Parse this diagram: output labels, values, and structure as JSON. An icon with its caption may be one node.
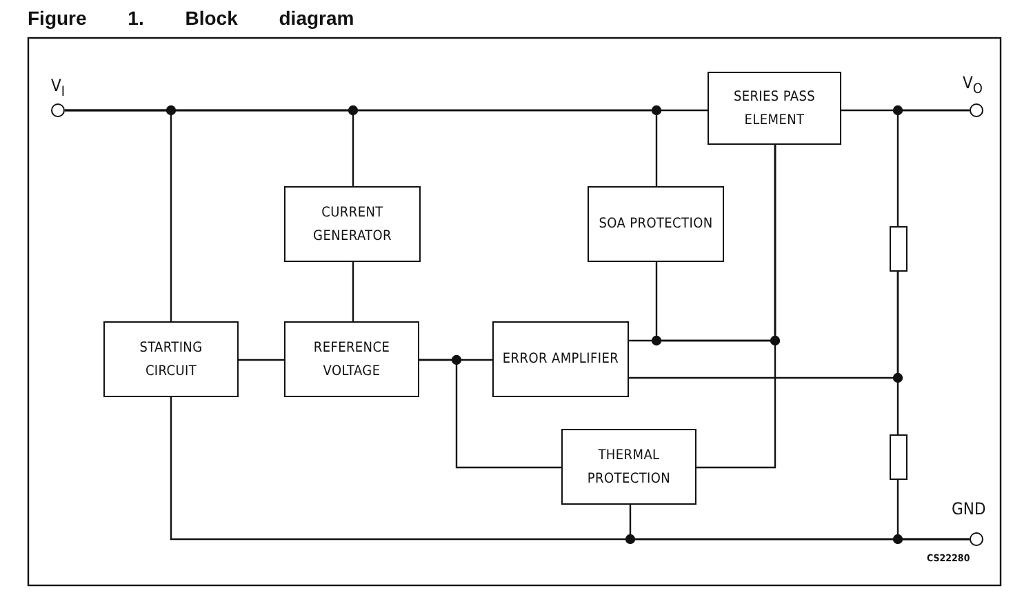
{
  "diagram": {
    "title": "Figure 1. Block diagram",
    "nodes": [
      {
        "text": [],
        "shape": "circle",
        "beside": [
          "V$_{I}$"
        ]
      },
      {
        "text": [],
        "shape": "circle",
        "beside": [
          "V$_{O}$"
        ]
      },
      {
        "text": [],
        "shape": "circle",
        "beside": [
          "GND"
        ]
      },
      {
        "text": [
          "SERIES PASS ELEMENT"
        ]
      },
      {
        "text": [
          "CURRENT GENERATOR"
        ]
      },
      {
        "text": [
          "SOA PROTECTION"
        ]
      },
      {
        "text": [
          "STARTING CIRCUIT"
        ]
      },
      {
        "text": [
          "REFERENCE VOLTAGE"
        ]
      },
      {
        "text": [
          "ERROR AMPLIFIER"
        ]
      },
      {
        "text": [
          "THERMAL PROTECTION"
        ]
      },
      {
        "text": [],
        "shape": "box"
      },
      {
        "text": [],
        "shape": "box"
      }
    ],
    "edges": [
      {
        "from": 0,
        "to": 3,
        "arrow": "none"
      },
      {
        "from": 0,
        "to": 6,
        "arrow": "none"
      },
      {
        "from": 0,
        "to": 4,
        "arrow": "none"
      },
      {
        "from": 0,
        "to": 5,
        "arrow": "none"
      },
      {
        "from": 3,
        "to": 1,
        "arrow": "none"
      },
      {
        "from": 1,
        "to": 10,
        "arrow": "none"
      },
      {
        "from": 4,
        "to": 7,
        "arrow": "none"
      },
      {
        "from": 6,
        "to": 7,
        "arrow": "none"
      },
      {
        "from": 7,
        "to": 8,
        "arrow": "none"
      },
      {
        "from": 7,
        "to": 9,
        "arrow": "none"
      },
      {
        "from": 8,
        "to": 3,
        "arrow": "none"
      },
      {
        "from": 5,
        "to": 3,
        "arrow": "none"
      },
      {
        "from": 9,
        "to": 3,
        "arrow": "none"
      },
      {
        "from": 8,
        "to": 10,
        "arrow": "none"
      },
      {
        "from": 10,
        "to": 11,
        "arrow": "none"
      },
      {
        "from": 11,
        "to": 2,
        "arrow": "none"
      },
      {
        "from": 6,
        "to": 2,
        "arrow": "none"
      },
      {
        "from": 9,
        "to": 2,
        "arrow": "none"
      }
    ],
    "labels": [
      "CS22280"
    ]
  }
}
